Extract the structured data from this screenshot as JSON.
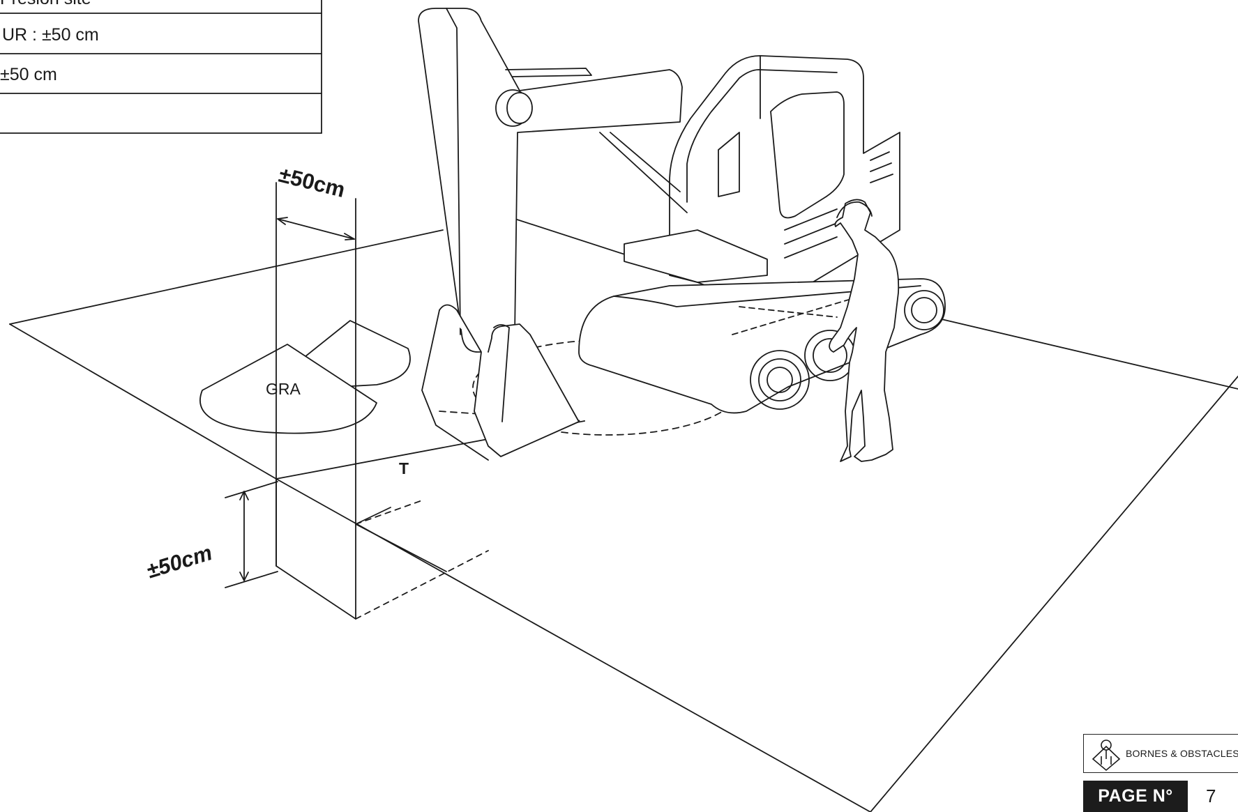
{
  "spec_table": {
    "rows": [
      {
        "text": "Présion site"
      },
      {
        "text": "UR : ±50 cm"
      },
      {
        "text": "±50 cm"
      },
      {
        "text": ""
      }
    ]
  },
  "dimensions": {
    "width_label": "±50cm",
    "depth_label": "±50cm"
  },
  "zone_labels": {
    "spoil_pile": "GRA",
    "trench": "T"
  },
  "badge": {
    "title": "BORNES & OBSTACLES",
    "page_label": "PAGE N°",
    "page_number": "7"
  },
  "colors": {
    "line": "#1a1a1a",
    "badge_fill": "#1c1c1c"
  }
}
